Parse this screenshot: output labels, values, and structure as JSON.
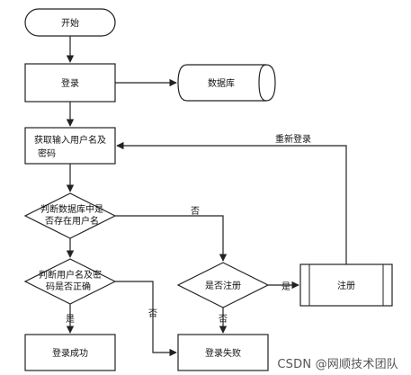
{
  "nodes": {
    "start": "开始",
    "login": "登录",
    "database": "数据库",
    "get_input_line1": "获取输入用户名及",
    "get_input_line2": "密码",
    "check_db_line1": "判断数据库中是",
    "check_db_line2": "否存在用户名",
    "check_pwd_line1": "判断用户名及密",
    "check_pwd_line2": "码是否正确",
    "register_q": "是否注册",
    "register": "注册",
    "login_success": "登录成功",
    "login_fail": "登录失败"
  },
  "edges": {
    "relogin": "重新登录",
    "no_1": "否",
    "yes_register": "是",
    "no_register": "否",
    "yes_pwd": "是",
    "no_pwd": "否"
  },
  "watermark": "CSDN @网顺技术团队",
  "colors": {
    "stroke": "#222222",
    "fill": "#ffffff",
    "text": "#111111"
  }
}
